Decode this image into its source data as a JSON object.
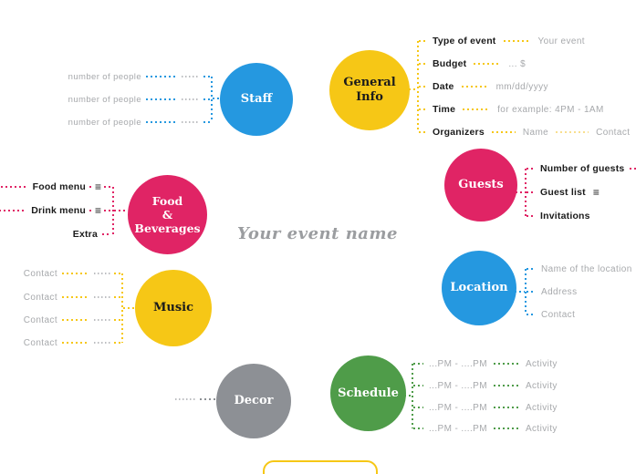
{
  "title": "Your event name",
  "colors": {
    "blue": "#2598E0",
    "yellow": "#F6C716",
    "pink": "#E02465",
    "green": "#4F9C49",
    "gray": "#8D9095",
    "muted_text": "#A7A9AC",
    "dark_text": "#1B1B1B",
    "pale_yellow": "#F8DF8E"
  },
  "icons": {
    "list": "≡"
  },
  "groups": {
    "staff": {
      "label": "Staff",
      "rows": [
        {
          "label": "number of people"
        },
        {
          "label": "number of people"
        },
        {
          "label": "number of people"
        }
      ]
    },
    "general": {
      "line1": "General",
      "line2": "Info",
      "rows": [
        {
          "label": "Type of event",
          "value": "Your event"
        },
        {
          "label": "Budget",
          "value": "... $"
        },
        {
          "label": "Date",
          "value": "mm/dd/yyyy"
        },
        {
          "label": "Time",
          "value": "for example: 4PM - 1AM"
        },
        {
          "label": "Organizers",
          "value": "Name",
          "value2": "Contact"
        }
      ]
    },
    "guests": {
      "label": "Guests",
      "rows": [
        {
          "label": "Number of guests"
        },
        {
          "label": "Guest list"
        },
        {
          "label": "Invitations"
        }
      ]
    },
    "food": {
      "line1": "Food",
      "line2": "&",
      "line3": "Beverages",
      "rows": [
        {
          "edge": "enu",
          "label": "Food menu"
        },
        {
          "edge": "enu",
          "label": "Drink menu"
        },
        {
          "label": "Extra"
        }
      ]
    },
    "location": {
      "label": "Location",
      "rows": [
        {
          "label": "Name of the location"
        },
        {
          "label": "Address"
        },
        {
          "label": "Contact"
        }
      ]
    },
    "music": {
      "label": "Music",
      "rows": [
        {
          "label": "Contact"
        },
        {
          "label": "Contact"
        },
        {
          "label": "Contact"
        },
        {
          "label": "Contact"
        }
      ]
    },
    "decor": {
      "label": "Decor"
    },
    "schedule": {
      "label": "Schedule",
      "rows": [
        {
          "time": "...PM - ....PM",
          "activity": "Activity"
        },
        {
          "time": "...PM - ....PM",
          "activity": "Activity"
        },
        {
          "time": "...PM - ....PM",
          "activity": "Activity"
        },
        {
          "time": "...PM - ....PM",
          "activity": "Activity"
        }
      ]
    }
  }
}
